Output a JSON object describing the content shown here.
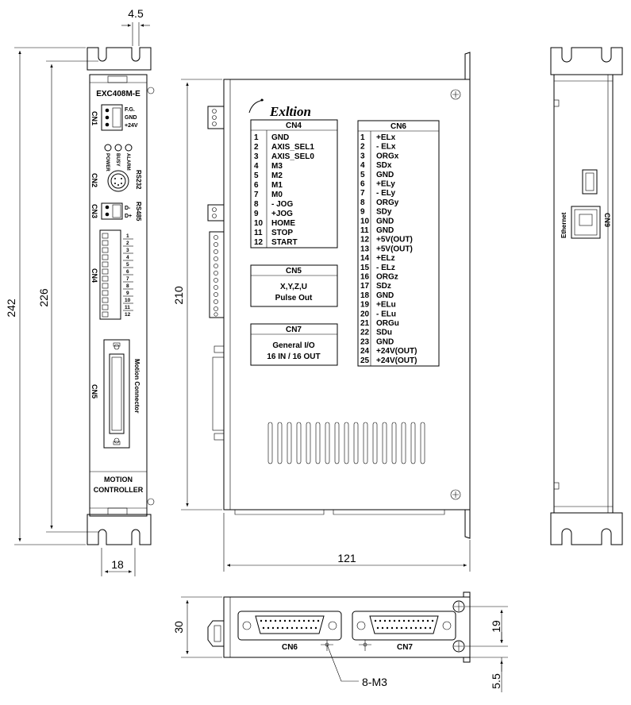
{
  "dimensions": {
    "top_hole_width": "4.5",
    "total_height": "242",
    "mount_height": "226",
    "base_width": "18",
    "side_height": "210",
    "side_length": "121",
    "bottom_depth": "30",
    "bottom_19": "19",
    "bottom_5_5": "5.5",
    "screw_note": "8-M3"
  },
  "front": {
    "model": "EXC408M-E",
    "cn1": "CN1",
    "cn1_pins": [
      "F.G.",
      "GND",
      "+24V"
    ],
    "led_labels": [
      "POWER",
      "BUSY",
      "ALARM"
    ],
    "cn2": "CN2",
    "rs232": "RS232",
    "cn3": "CN3",
    "cn3_pins": [
      "D-",
      "D+"
    ],
    "rs485": "RS485",
    "cn4": "CN4",
    "cn4_numbers": [
      "1",
      "2",
      "3",
      "4",
      "5",
      "6",
      "7",
      "8",
      "9",
      "10",
      "11",
      "12"
    ],
    "cn5": "CN5",
    "motion_connector": "Motion Connector",
    "footer_line1": "MOTION",
    "footer_line2": "CONTROLLER"
  },
  "side": {
    "brand": "Exltion",
    "cn4_table": {
      "title": "CN4",
      "rows": [
        [
          "1",
          "GND"
        ],
        [
          "2",
          "AXIS_SEL1"
        ],
        [
          "3",
          "AXIS_SEL0"
        ],
        [
          "4",
          "M3"
        ],
        [
          "5",
          "M2"
        ],
        [
          "6",
          "M1"
        ],
        [
          "7",
          "M0"
        ],
        [
          "8",
          "- JOG"
        ],
        [
          "9",
          "+JOG"
        ],
        [
          "10",
          "HOME"
        ],
        [
          "11",
          "STOP"
        ],
        [
          "12",
          "START"
        ]
      ]
    },
    "cn5_box": {
      "title": "CN5",
      "line1": "X,Y,Z,U",
      "line2": "Pulse Out"
    },
    "cn7_box": {
      "title": "CN7",
      "line1": "General  I/O",
      "line2": "16 IN / 16 OUT"
    },
    "cn6_table": {
      "title": "CN6",
      "rows": [
        [
          "1",
          "+ELx"
        ],
        [
          "2",
          "- ELx"
        ],
        [
          "3",
          "ORGx"
        ],
        [
          "4",
          "SDx"
        ],
        [
          "5",
          "GND"
        ],
        [
          "6",
          "+ELy"
        ],
        [
          "7",
          "- ELy"
        ],
        [
          "8",
          "ORGy"
        ],
        [
          "9",
          "SDy"
        ],
        [
          "10",
          "GND"
        ],
        [
          "11",
          "GND"
        ],
        [
          "12",
          "+5V(OUT)"
        ],
        [
          "13",
          "+5V(OUT)"
        ],
        [
          "14",
          "+ELz"
        ],
        [
          "15",
          "- ELz"
        ],
        [
          "16",
          "ORGz"
        ],
        [
          "17",
          "SDz"
        ],
        [
          "18",
          "GND"
        ],
        [
          "19",
          "+ELu"
        ],
        [
          "20",
          "- ELu"
        ],
        [
          "21",
          "ORGu"
        ],
        [
          "22",
          "SDu"
        ],
        [
          "23",
          "GND"
        ],
        [
          "24",
          "+24V(OUT)"
        ],
        [
          "25",
          "+24V(OUT)"
        ]
      ]
    }
  },
  "back": {
    "ethernet": "Ethernet",
    "cn9": "CN9"
  },
  "bottom": {
    "cn6": "CN6",
    "cn7": "CN7"
  }
}
